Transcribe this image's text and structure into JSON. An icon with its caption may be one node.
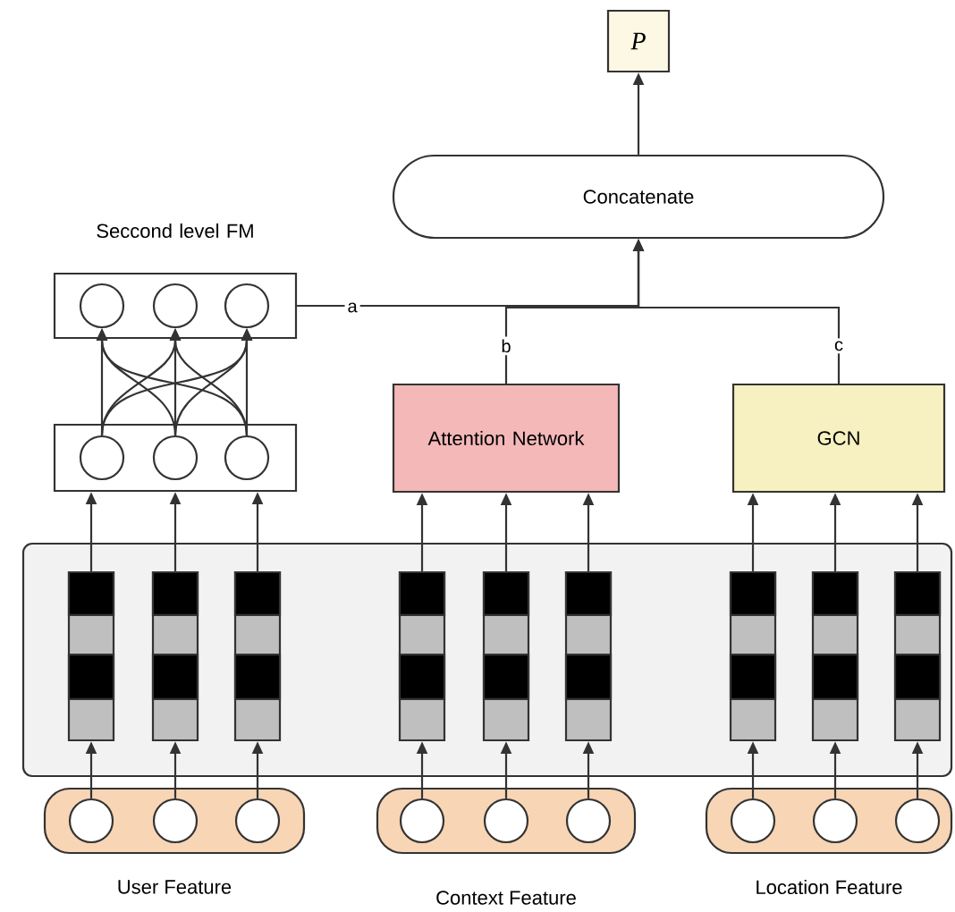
{
  "diagram": {
    "nodes": [
      {
        "text": [
          "P"
        ]
      },
      {
        "text": [
          "Concatenate"
        ]
      },
      {
        "text": [
          "Seccond level FM"
        ]
      },
      {
        "text": [],
        "shape": "circle",
        "in": 2
      },
      {
        "text": [],
        "shape": "circle",
        "in": 2
      },
      {
        "text": [],
        "shape": "circle",
        "in": 2
      },
      {
        "text": [],
        "shape": "box"
      },
      {
        "text": [],
        "shape": "circle",
        "in": 6
      },
      {
        "text": [],
        "shape": "circle",
        "in": 6
      },
      {
        "text": [],
        "shape": "circle",
        "in": 6
      },
      {
        "text": [
          "Attention Network"
        ]
      },
      {
        "text": [
          "GCN"
        ]
      },
      {
        "text": [],
        "shape": "box"
      },
      {
        "text": [],
        "shape": "bar",
        "in": 12
      },
      {
        "text": [],
        "shape": "bar",
        "in": 12
      },
      {
        "text": [],
        "shape": "bar",
        "in": 12
      },
      {
        "text": [],
        "shape": "bar",
        "in": 12
      },
      {
        "text": [],
        "shape": "bar",
        "in": 12
      },
      {
        "text": [],
        "shape": "bar",
        "in": 12
      },
      {
        "text": [],
        "shape": "bar",
        "in": 12
      },
      {
        "text": [],
        "shape": "bar",
        "in": 12
      },
      {
        "text": [],
        "shape": "bar",
        "in": 12
      },
      {
        "text": [],
        "shape": "box",
        "beside": [
          "User Feature"
        ]
      },
      {
        "text": [],
        "shape": "circle",
        "in": 22
      },
      {
        "text": [],
        "shape": "circle",
        "in": 22
      },
      {
        "text": [],
        "shape": "circle",
        "in": 22
      },
      {
        "text": [],
        "shape": "box",
        "beside": [
          "Context Feature"
        ]
      },
      {
        "text": [],
        "shape": "circle",
        "in": 26
      },
      {
        "text": [],
        "shape": "circle",
        "in": 26
      },
      {
        "text": [],
        "shape": "circle",
        "in": 26
      },
      {
        "text": [],
        "shape": "box",
        "beside": [
          "Location Feature"
        ]
      },
      {
        "text": [],
        "shape": "circle",
        "in": 30
      },
      {
        "text": [],
        "shape": "circle",
        "in": 30
      },
      {
        "text": [],
        "shape": "circle",
        "in": 30
      }
    ],
    "edges": [
      {
        "from": 1,
        "to": 0,
        "arrow": "to"
      },
      {
        "from": 2,
        "to": 1,
        "arrow": "to",
        "label": "a"
      },
      {
        "from": 10,
        "to": 1,
        "arrow": "to",
        "label": "b"
      },
      {
        "from": 11,
        "to": 1,
        "arrow": "to",
        "label": "c"
      },
      {
        "from": 7,
        "to": 3,
        "arrow": "to"
      },
      {
        "from": 7,
        "to": 4,
        "arrow": "to"
      },
      {
        "from": 7,
        "to": 5,
        "arrow": "to"
      },
      {
        "from": 8,
        "to": 3,
        "arrow": "to"
      },
      {
        "from": 8,
        "to": 4,
        "arrow": "to"
      },
      {
        "from": 8,
        "to": 5,
        "arrow": "to"
      },
      {
        "from": 9,
        "to": 3,
        "arrow": "to"
      },
      {
        "from": 9,
        "to": 4,
        "arrow": "to"
      },
      {
        "from": 9,
        "to": 5,
        "arrow": "to"
      },
      {
        "from": 13,
        "to": 6,
        "arrow": "to"
      },
      {
        "from": 14,
        "to": 6,
        "arrow": "to"
      },
      {
        "from": 15,
        "to": 6,
        "arrow": "to"
      },
      {
        "from": 16,
        "to": 10,
        "arrow": "to"
      },
      {
        "from": 17,
        "to": 10,
        "arrow": "to"
      },
      {
        "from": 18,
        "to": 10,
        "arrow": "to"
      },
      {
        "from": 19,
        "to": 11,
        "arrow": "to"
      },
      {
        "from": 20,
        "to": 11,
        "arrow": "to"
      },
      {
        "from": 21,
        "to": 11,
        "arrow": "to"
      },
      {
        "from": 23,
        "to": 13,
        "arrow": "to"
      },
      {
        "from": 24,
        "to": 14,
        "arrow": "to"
      },
      {
        "from": 25,
        "to": 15,
        "arrow": "to"
      },
      {
        "from": 27,
        "to": 16,
        "arrow": "to"
      },
      {
        "from": 28,
        "to": 17,
        "arrow": "to"
      },
      {
        "from": 29,
        "to": 18,
        "arrow": "to"
      },
      {
        "from": 31,
        "to": 19,
        "arrow": "to"
      },
      {
        "from": 32,
        "to": 20,
        "arrow": "to"
      },
      {
        "from": 33,
        "to": 21,
        "arrow": "to"
      }
    ]
  }
}
